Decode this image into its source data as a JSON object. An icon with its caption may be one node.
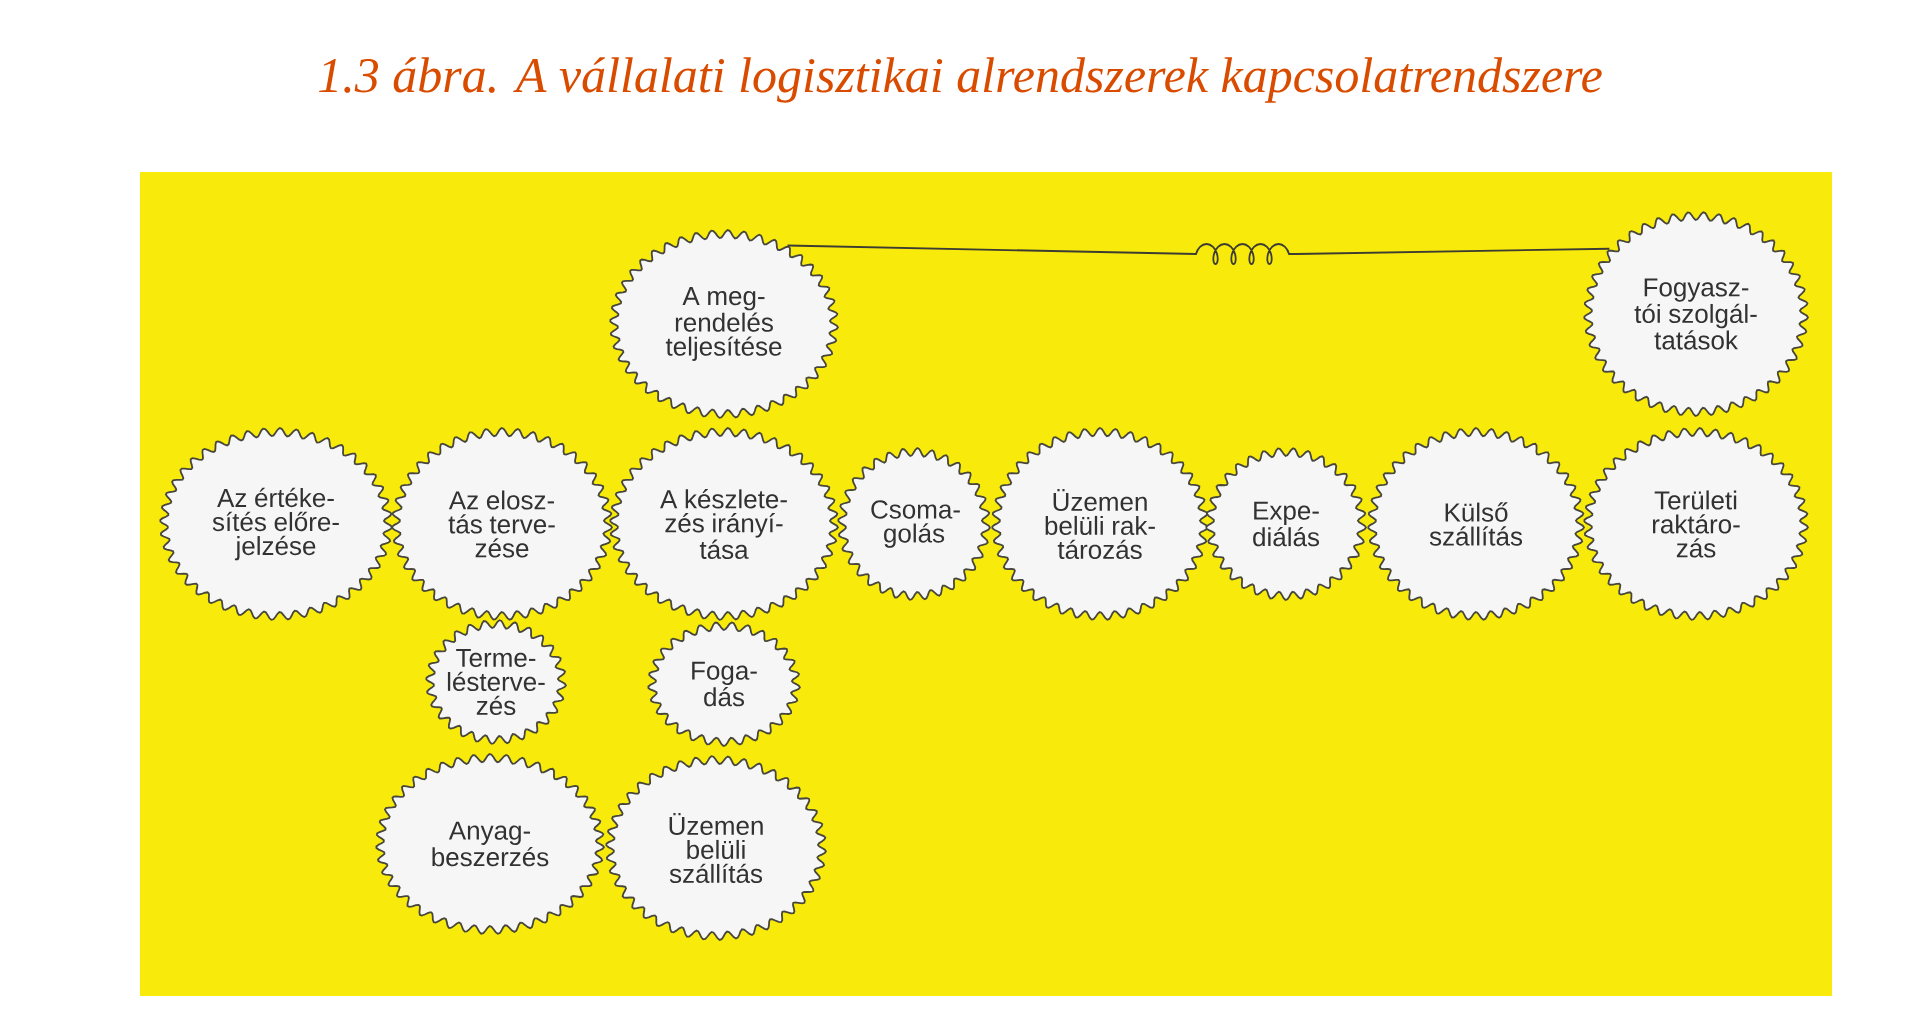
{
  "diagram": {
    "title": "1.3 ábra. A vállalati logisztikai alrendszerek kapcsolatrendszere",
    "nodes": [
      {
        "text": [
          "A meg- rendelés teljesítése"
        ]
      },
      {
        "text": [
          "Fogyasz- tói szolgál- tatások"
        ]
      },
      {
        "text": [
          "Az értéke- sítés előre- jelzése"
        ]
      },
      {
        "text": [
          "Az elosz- tás terve- zése"
        ]
      },
      {
        "text": [
          "A készlete- zés irányí- tása"
        ]
      },
      {
        "text": [
          "Csoma- golás"
        ]
      },
      {
        "text": [
          "Üzemen belüli rak- tározás"
        ]
      },
      {
        "text": [
          "Expe- diálás"
        ]
      },
      {
        "text": [
          "Külső szállítás"
        ]
      },
      {
        "text": [
          "Területi raktáro- zás"
        ]
      },
      {
        "text": [
          "Terme- lésterve- zés"
        ]
      },
      {
        "text": [
          "Foga- dás"
        ]
      },
      {
        "text": [
          "Anyag- beszerzés"
        ]
      },
      {
        "text": [
          "Üzemen belüli szállítás"
        ]
      }
    ],
    "edges": [
      {
        "from": 0,
        "to": 1,
        "arrow": "none"
      }
    ]
  }
}
